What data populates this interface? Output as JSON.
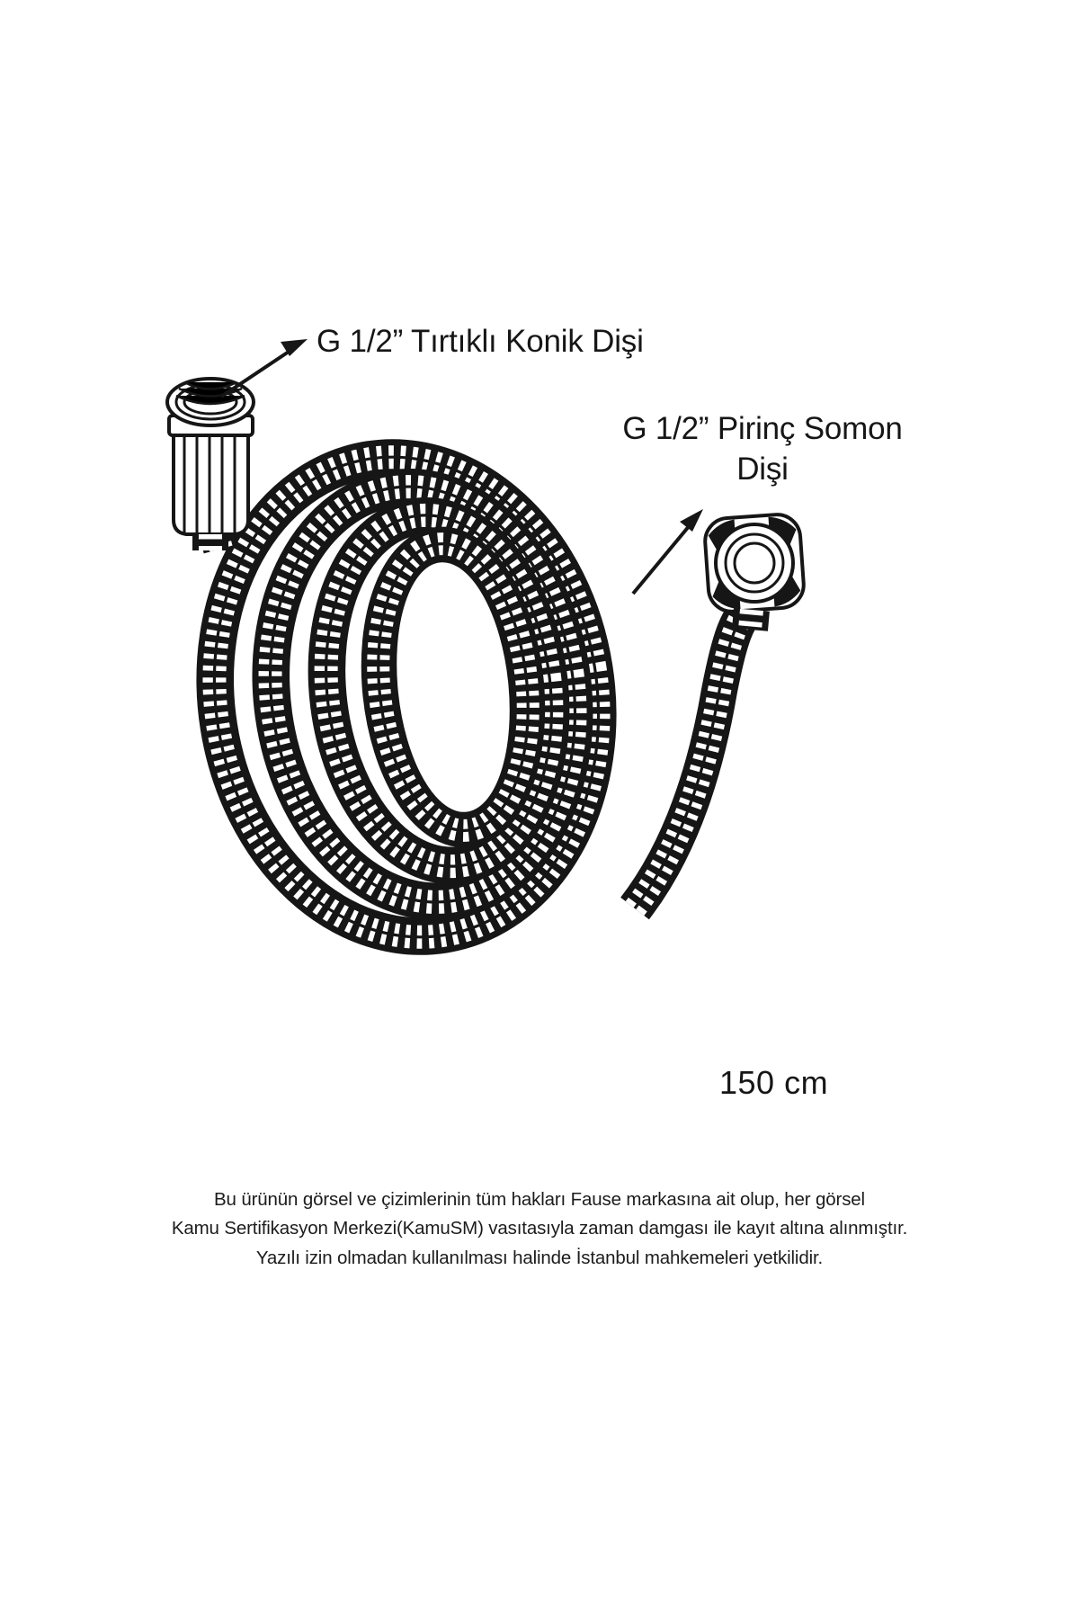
{
  "document": {
    "kind": "product-technical-drawing",
    "subject": "shower-hose",
    "background_color": "#ffffff",
    "ink_color": "#161616"
  },
  "annotations": {
    "connector_left": {
      "text": "G 1/2” Tırtıklı Konik Dişi",
      "leader": "arrow-pointing-up-right"
    },
    "connector_right": {
      "line1": "G 1/2” Pirinç Somon",
      "line2": "Dişi",
      "text": "G 1/2” Pirinç Somon Dişi",
      "leader": "arrow-pointing-up-right"
    },
    "length": {
      "text": "150 cm",
      "value": 150,
      "unit": "cm"
    }
  },
  "footer": {
    "line1": "Bu ürünün görsel ve çizimlerinin tüm hakları Fause markasına ait olup, her görsel",
    "line2": "Kamu Sertifikasyon Merkezi(KamuSM) vasıtasıyla zaman damgası ile kayıt altına alınmıştır.",
    "line3": "Yazılı izin olmadan kullanılması halinde İstanbul mahkemeleri yetkilidir.",
    "brand": "Fause"
  }
}
